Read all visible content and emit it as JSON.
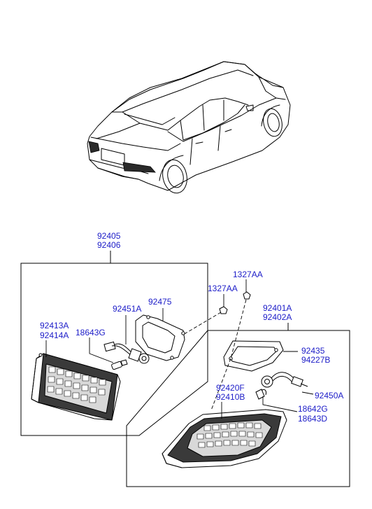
{
  "diagram": {
    "callouts": {
      "left_assembly_1": "92405",
      "left_assembly_2": "92406",
      "left_gasket": "92475",
      "left_socket": "92451A",
      "left_lamp_1": "92413A",
      "left_lamp_2": "92414A",
      "left_bulb": "18643G",
      "screw_upper": "1327AA",
      "screw_lower": "1327AA",
      "right_assembly_1": "92401A",
      "right_assembly_2": "92402A",
      "right_gasket_1": "92435",
      "right_gasket_2": "94227B",
      "right_lamp_1": "92420F",
      "right_lamp_2": "92410B",
      "right_socket": "92450A",
      "right_bulb_1": "18642G",
      "right_bulb_2": "18643D"
    },
    "colors": {
      "label": "#1c1cc8",
      "line": "#000000",
      "lens_dark": "#3a3a3a",
      "lens_light": "#d8d8d8"
    }
  }
}
